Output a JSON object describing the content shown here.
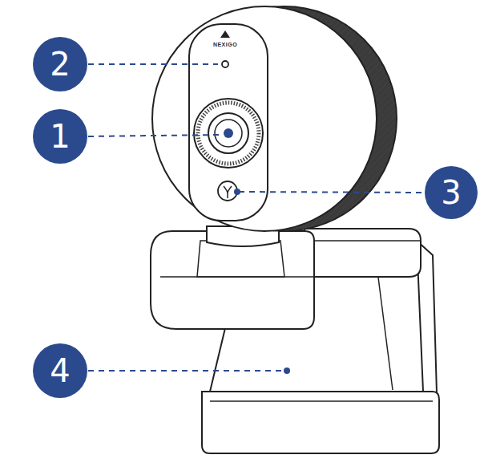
{
  "diagram": {
    "labels": [
      "2",
      "1",
      "3",
      "4",
      "NEXIGO"
    ]
  }
}
